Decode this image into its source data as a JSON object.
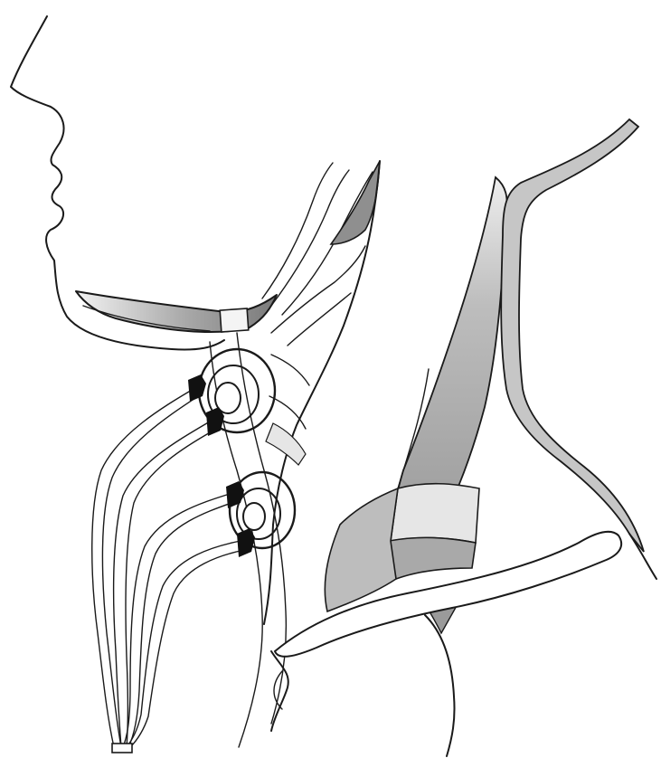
{
  "figure": {
    "kind": "line illustration",
    "text_labels": []
  },
  "colors": {
    "ink": "#1a1a1a",
    "background": "#ffffff",
    "shade_dark": "#8f8f8f",
    "shade_mid": "#a9a9a9",
    "shade_light": "#d2d2d2",
    "shade_pale": "#e6e6e6",
    "connector": "#111111"
  },
  "parts": {
    "electrode_cuffs": 2,
    "lead_wires": 4
  }
}
